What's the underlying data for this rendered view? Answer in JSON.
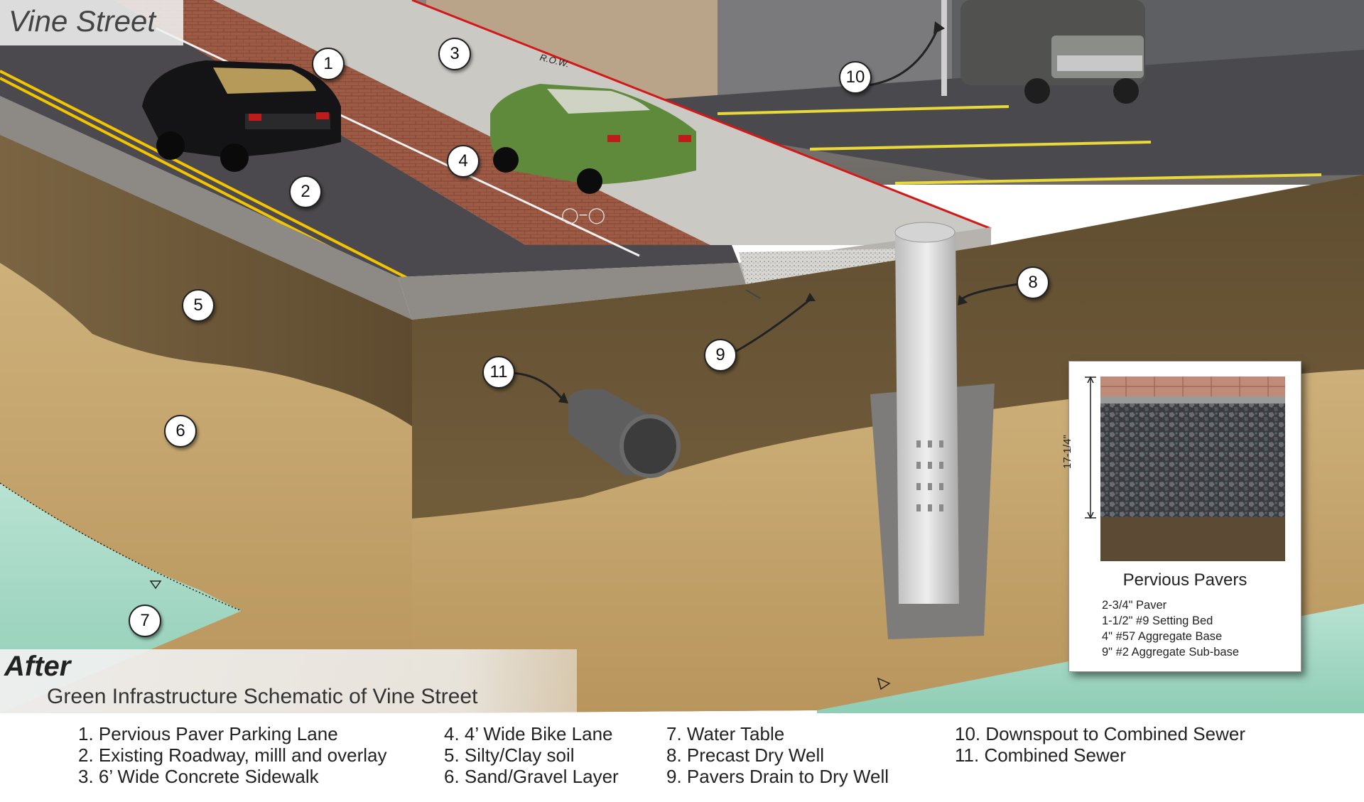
{
  "title": "Vine Street",
  "after_label": "After",
  "after_subtitle": "Green Infrastructure Schematic of Vine Street",
  "row_label": "R.O.W.",
  "callouts": [
    "1",
    "2",
    "3",
    "4",
    "5",
    "6",
    "7",
    "8",
    "9",
    "10",
    "11"
  ],
  "inset": {
    "title": "Pervious Pavers",
    "dimension": "17-1/4\"",
    "lines": [
      "2-3/4\" Paver",
      "1-1/2\" #9 Setting Bed",
      "4\" #57 Aggregate Base",
      "9\" #2 Aggregate Sub-base"
    ]
  },
  "legend": [
    "1.  Pervious Paver Parking Lane",
    "2.  Existing Roadway, milll and overlay",
    "3.  6’ Wide Concrete Sidewalk",
    "4.  4’ Wide Bike Lane",
    "5.  Silty/Clay soil",
    "6.  Sand/Gravel Layer",
    "7.  Water Table",
    "8.  Precast Dry Well",
    "9.  Pavers Drain to Dry Well",
    "10. Downspout to Combined Sewer",
    "11. Combined Sewer"
  ],
  "colors": {
    "asphalt": "#4a484c",
    "paver": "#9c5a44",
    "sidewalk": "#c9c7c3",
    "soil": "#6e5a3a",
    "sand": "#c9ab72",
    "water": "#a6d8c4",
    "center_line": "#f2c500"
  }
}
